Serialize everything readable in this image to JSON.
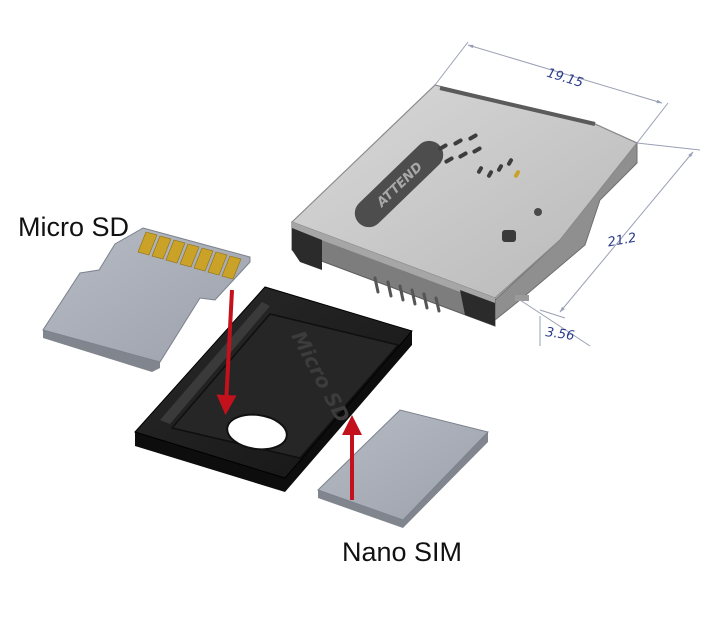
{
  "labels": {
    "micro_sd": "Micro SD",
    "nano_sim": "Nano SIM"
  },
  "dimensions": {
    "width": "19.15",
    "depth": "21.2",
    "height": "3.56"
  },
  "etched": {
    "housing": "ATTEND",
    "tray": "Micro SD"
  },
  "colors": {
    "housing_top": "#c9c9c9",
    "housing_side": "#8e8e8e",
    "tray": "#1c1c1c",
    "card": "#a9aeb8",
    "contacts": "#c9a227",
    "arrow": "#c4121d",
    "dimension": "#2b3b8c"
  }
}
